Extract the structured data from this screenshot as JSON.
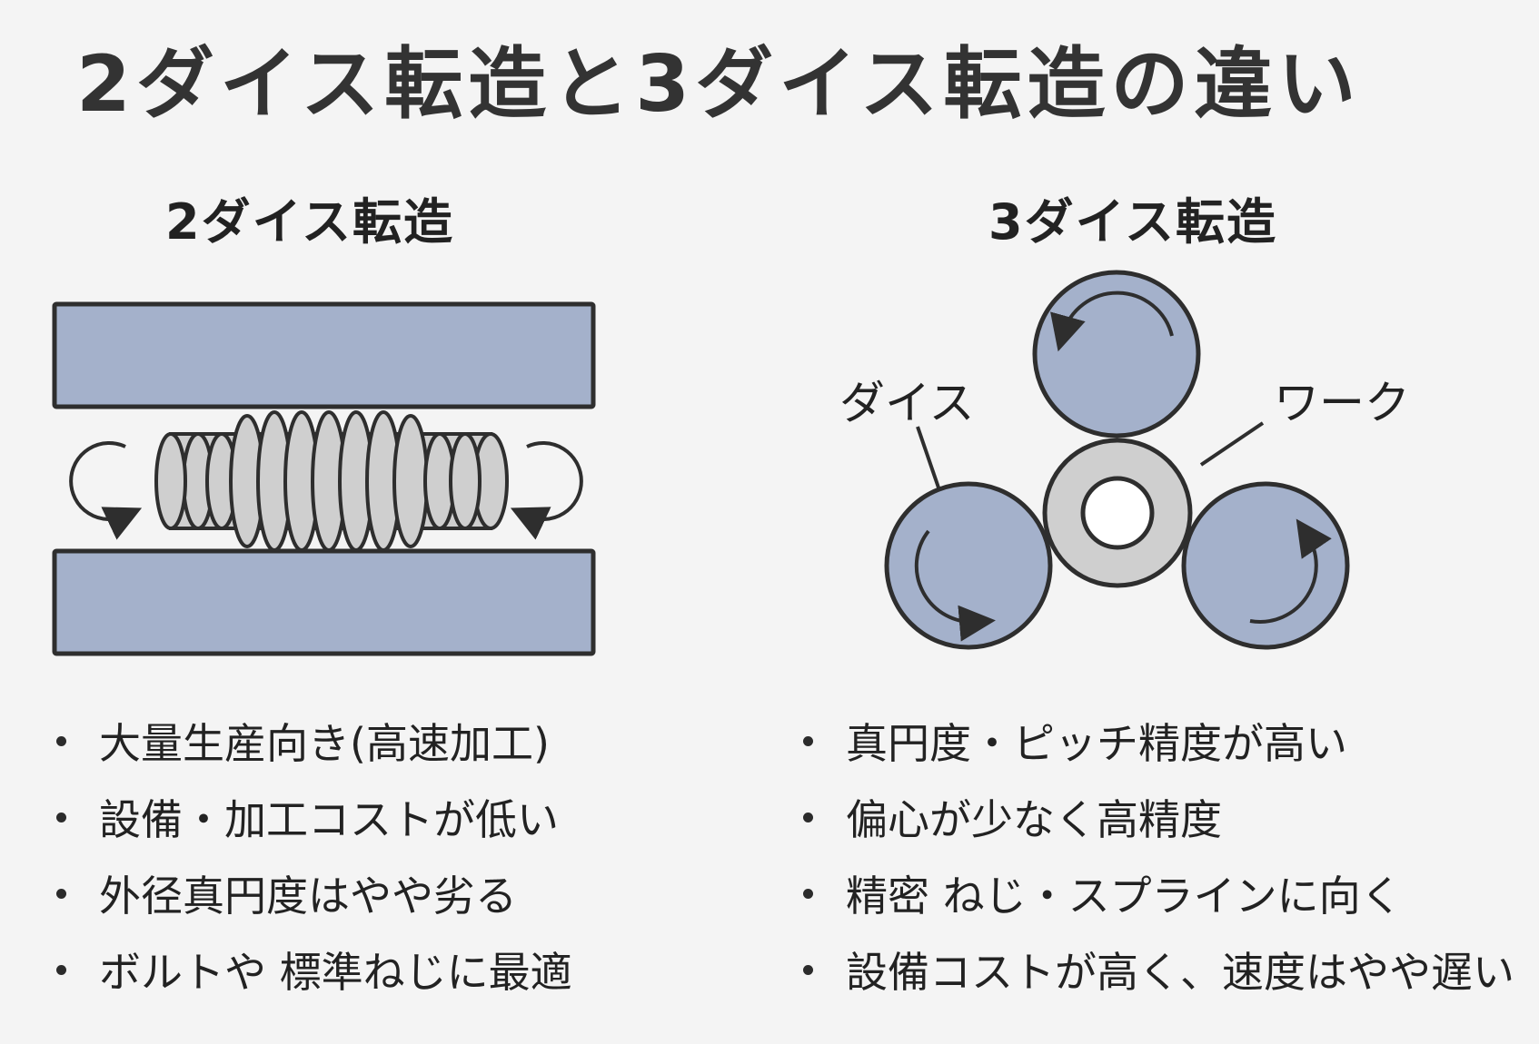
{
  "title": "2ダイス転造と3ダイス転造の違い",
  "left": {
    "heading": "2ダイス転造",
    "bullets": [
      "大量生産向き(高速加工)",
      "設備・加工コストが低い",
      "外径真円度はやや劣る",
      "ボルトや 標準ねじに最適"
    ]
  },
  "right": {
    "heading": "3ダイス転造",
    "label_die": "ダイス",
    "label_work": "ワーク",
    "bullets": [
      "真円度・ピッチ精度が高い",
      "偏心が少なく高精度",
      "精密 ねじ・スプラインに向く",
      "設備コストが高く、速度はやや遅い"
    ]
  },
  "colors": {
    "die_fill": "#a4b1cb",
    "work_fill": "#cfcfcf",
    "outline": "#2e2e2e",
    "background": "#f4f4f4"
  }
}
